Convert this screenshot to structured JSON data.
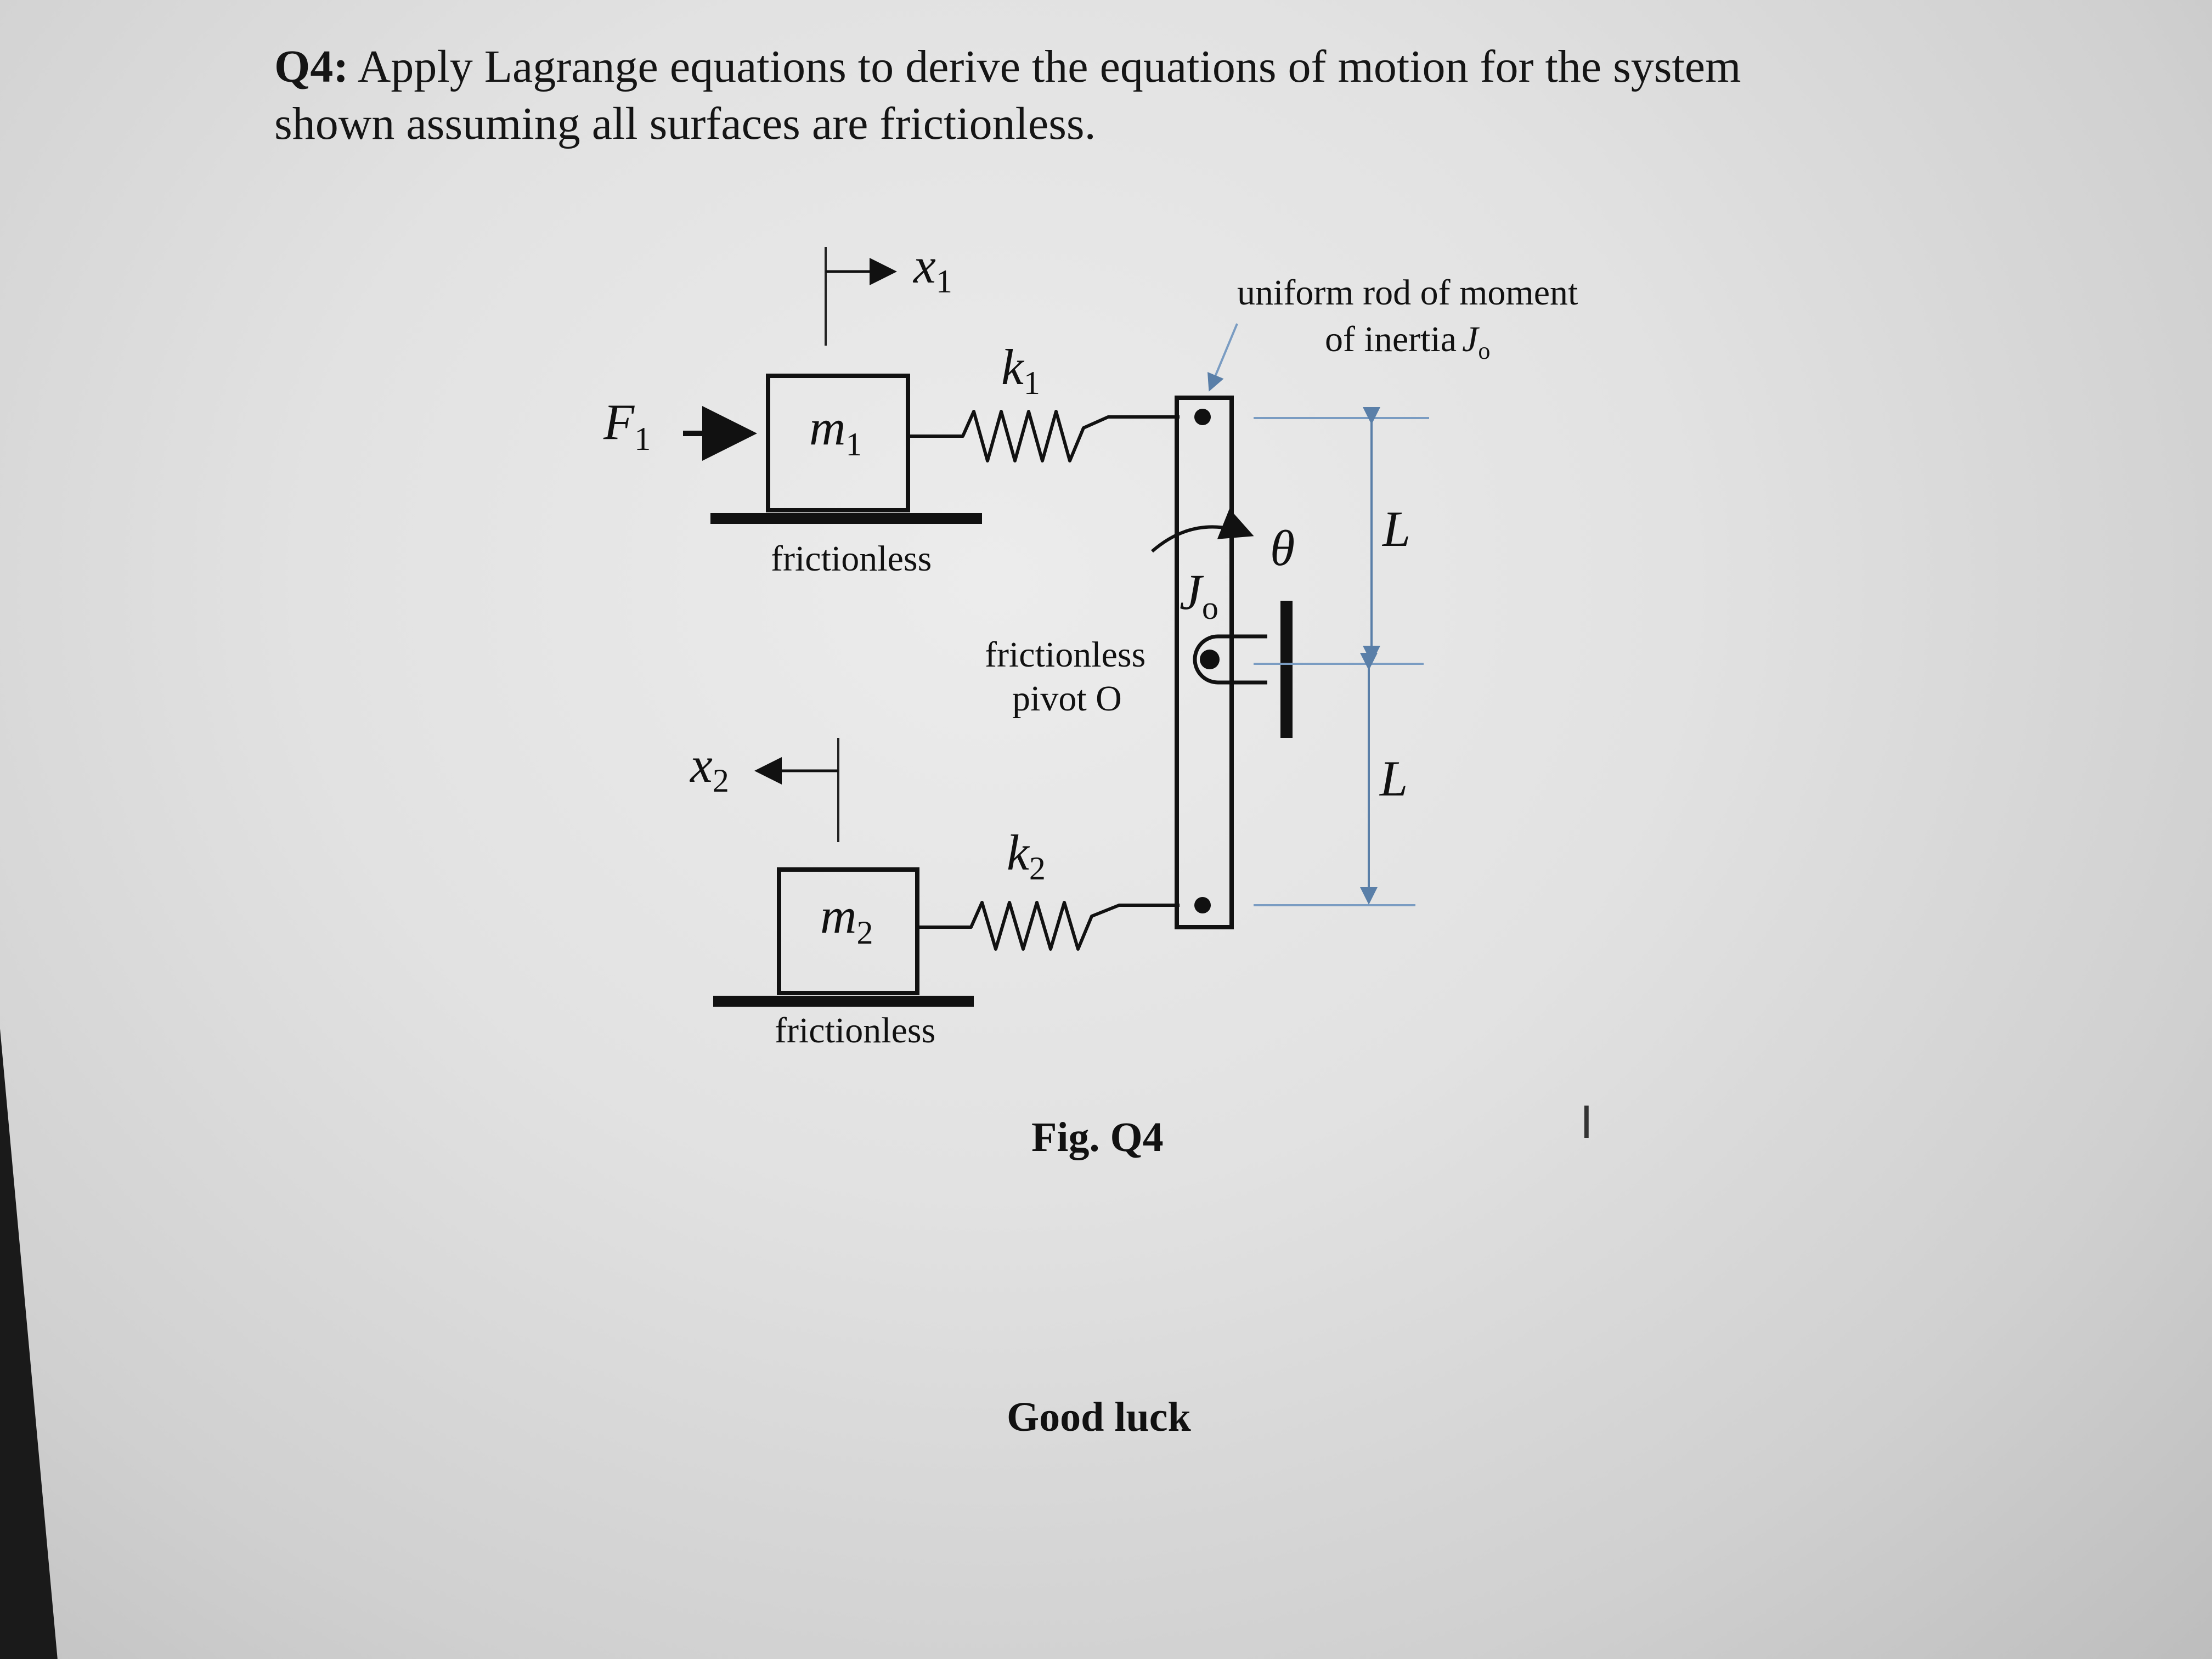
{
  "question": {
    "number": "Q4:",
    "text": "Apply Lagrange equations to derive the equations of motion for the system shown assuming all surfaces are frictionless."
  },
  "figure": {
    "caption": "Fig. Q4",
    "force_label": "F",
    "force_sub": "1",
    "mass1": "m",
    "mass1_sub": "1",
    "mass2": "m",
    "mass2_sub": "2",
    "spring1": "k",
    "spring1_sub": "1",
    "spring2": "k",
    "spring2_sub": "2",
    "x1": "x",
    "x1_sub": "1",
    "x2": "x",
    "x2_sub": "2",
    "theta": "θ",
    "rod_J": "J",
    "rod_J_sub": "o",
    "length_label": "L",
    "surface1_label": "frictionless",
    "surface2_label": "frictionless",
    "pivot_line1": "frictionless",
    "pivot_line2": "pivot O",
    "rod_note_line1": "uniform rod of moment",
    "rod_note_line2": "of inertia",
    "rod_note_J": "J",
    "rod_note_J_sub": "o"
  },
  "footer": "Good luck",
  "cursor_glyph": "I"
}
